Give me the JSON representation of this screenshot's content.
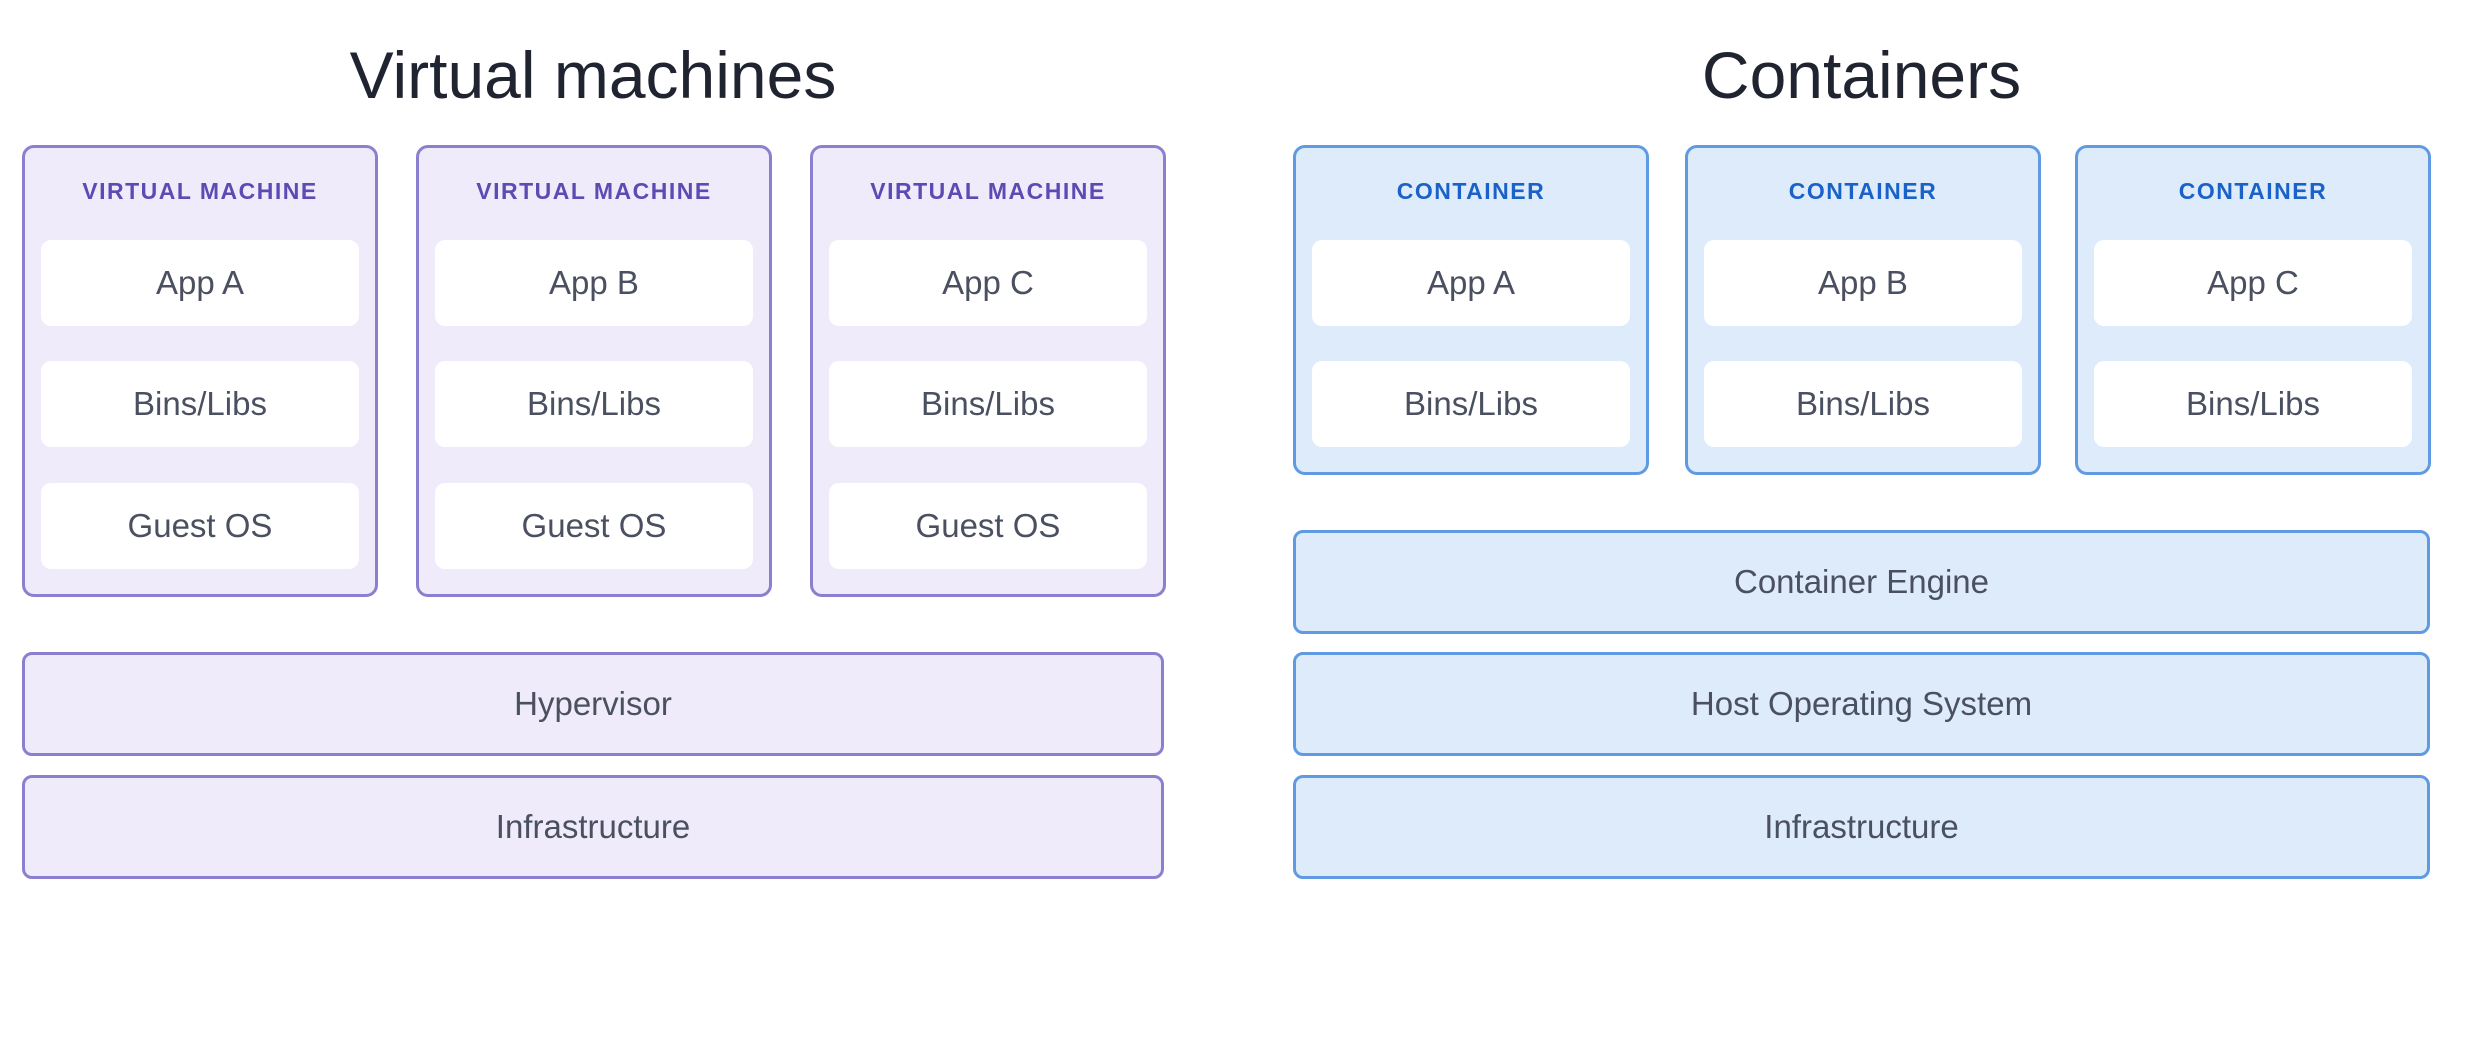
{
  "virtual_machines": {
    "title": "Virtual machines",
    "machines": [
      {
        "label": "VIRTUAL MACHINE",
        "app": "App A",
        "bins": "Bins/Libs",
        "os": "Guest OS"
      },
      {
        "label": "VIRTUAL MACHINE",
        "app": "App B",
        "bins": "Bins/Libs",
        "os": "Guest OS"
      },
      {
        "label": "VIRTUAL MACHINE",
        "app": "App C",
        "bins": "Bins/Libs",
        "os": "Guest OS"
      }
    ],
    "hypervisor": "Hypervisor",
    "infrastructure": "Infrastructure"
  },
  "containers": {
    "title": "Containers",
    "items": [
      {
        "label": "CONTAINER",
        "app": "App A",
        "bins": "Bins/Libs"
      },
      {
        "label": "CONTAINER",
        "app": "App B",
        "bins": "Bins/Libs"
      },
      {
        "label": "CONTAINER",
        "app": "App C",
        "bins": "Bins/Libs"
      }
    ],
    "engine": "Container Engine",
    "host_os": "Host Operating System",
    "infrastructure": "Infrastructure"
  },
  "colors": {
    "vm_fill": "#efebfb",
    "vm_border": "#8b7fd0",
    "vm_label": "#5b4bb3",
    "container_fill": "#deebfa",
    "container_border": "#5f9ae3",
    "container_label": "#1a62c9"
  }
}
